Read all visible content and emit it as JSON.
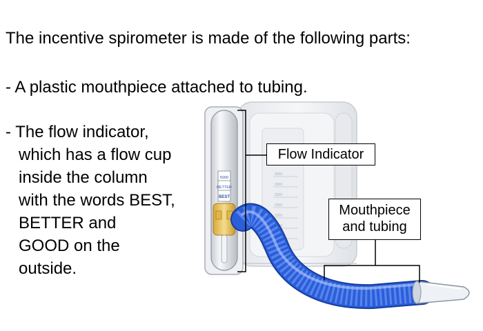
{
  "heading": "The incentive spirometer is made of the following parts:",
  "bullets": {
    "item1": "- A plastic mouthpiece attached to tubing.",
    "item2_lines": [
      "- The flow indicator,",
      "which has a flow cup",
      "inside the column",
      "with the words BEST,",
      "BETTER and",
      "GOOD on the",
      "outside."
    ]
  },
  "labels": {
    "flow_indicator": "Flow Indicator",
    "mouthpiece_line1": "Mouthpiece",
    "mouthpiece_line2": "and tubing"
  },
  "device_marks": {
    "column_top": "5000",
    "column_mid": "BETTER",
    "column_bottom": "BEST",
    "scale": [
      "3500",
      "3000",
      "2500",
      "2000",
      "1500",
      "1000",
      "500"
    ]
  },
  "colors": {
    "tubing": "#2b5fd9",
    "flow_cup": "#e8c66a",
    "device_body": "#eef0f3"
  }
}
